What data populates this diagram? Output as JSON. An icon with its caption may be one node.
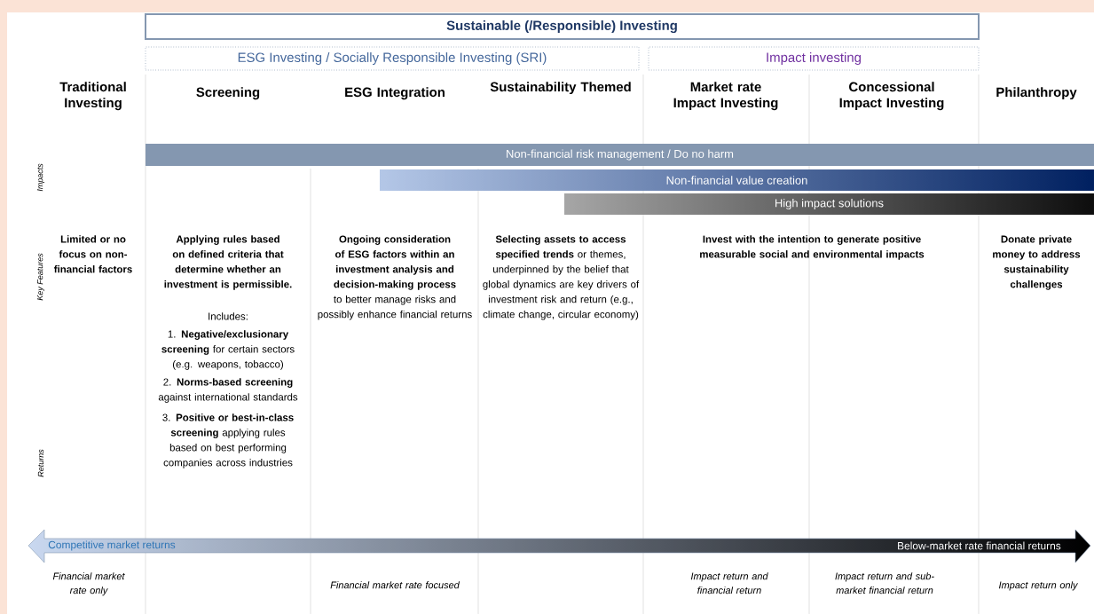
{
  "diagram": {
    "nodes": [
      {
        "text": [
          "Sustainable (/Responsible) Investing"
        ]
      },
      {
        "text": [
          "ESG Investing / Socially Responsible Investing (SRI)"
        ]
      },
      {
        "text": [
          "Impact investing"
        ]
      },
      {
        "text": [
          "Non-financial risk management / Do no harm"
        ]
      },
      {
        "text": [
          "Non-financial value creation"
        ]
      },
      {
        "text": [
          "High impact solutions"
        ]
      },
      {
        "text": [
          "Competitive market returns",
          "Below-market rate financial returns"
        ]
      }
    ],
    "labels": [
      "Traditional Investing",
      "Screening",
      "ESG Integration",
      "Sustainability Themed",
      "Market rate Impact Investing",
      "Concessional Impact Investing",
      "Philanthropy",
      "Impacts",
      "Key Features",
      "Limited or no focus on non-financial factors",
      "Applying rules based on defined criteria that determine whether an investment is permissible.",
      "**Ongoing consideration of ESG factors within an investment analysis and decision-making process** to better manage risks and possibly enhance financial returns",
      "**Selecting assets to access specified trends** or themes, underpinned by the belief that global dynamics are key drivers of investment risk and return (e.g., climate change, circular economy)",
      "Invest with the intention to generate positive measurable social and environmental impacts",
      "Donate private money to address sustainability challenges",
      "Includes:",
      "1. **Negative/exclusionary screening** for certain sectors (e.g. weapons, tobacco)",
      "2. **Norms-based screening** against international standards",
      "3. **Positive or best-in-class screening** applying rules based on best performing companies across industries",
      "Returns",
      "Financial market rate only",
      "Financial market rate focused",
      "Impact return and financial return",
      "Impact return and sub-market financial return",
      "Impact return only"
    ]
  }
}
